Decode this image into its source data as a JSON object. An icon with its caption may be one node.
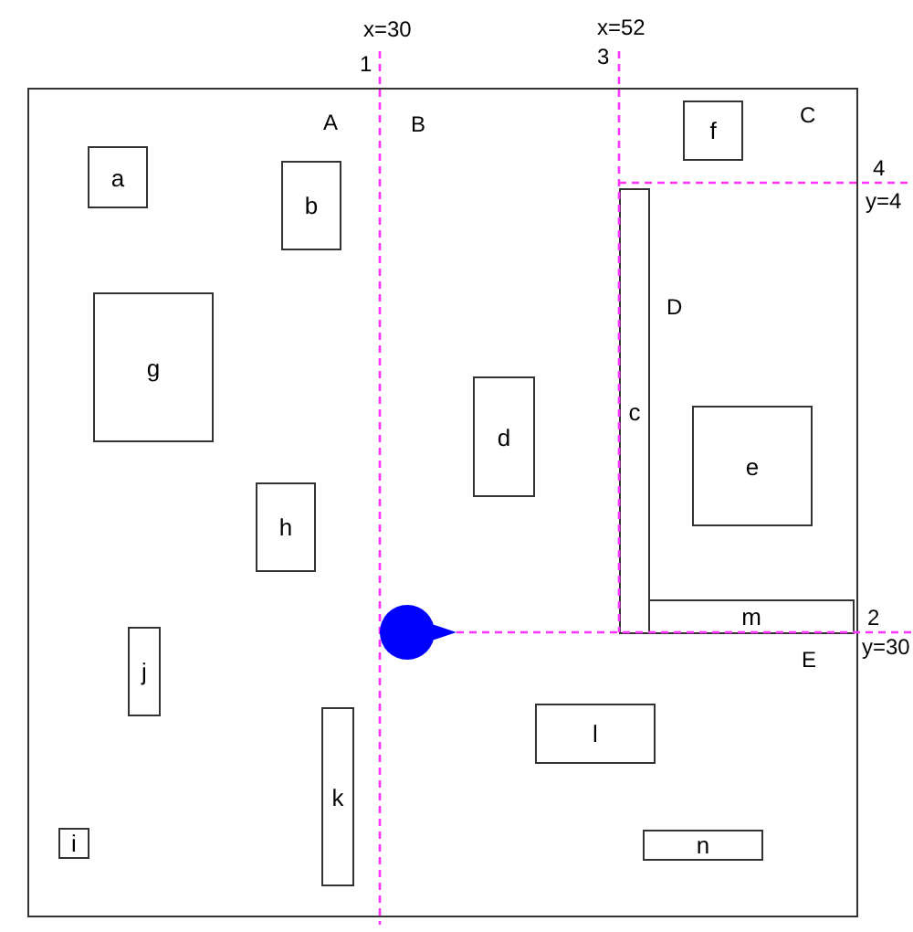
{
  "diagram": {
    "nodes": [
      {
        "text": [],
        "shape": "box"
      },
      {
        "text": [
          "a"
        ],
        "in": 0
      },
      {
        "text": [
          "b"
        ],
        "in": 0
      },
      {
        "text": [
          "c"
        ],
        "in": 0
      },
      {
        "text": [
          "d"
        ],
        "in": 0
      },
      {
        "text": [
          "e"
        ],
        "in": 0
      },
      {
        "text": [
          "f"
        ],
        "in": 0
      },
      {
        "text": [
          "g"
        ],
        "in": 0
      },
      {
        "text": [
          "h"
        ],
        "in": 0
      },
      {
        "text": [
          "i"
        ],
        "in": 0
      },
      {
        "text": [
          "j"
        ],
        "in": 0
      },
      {
        "text": [
          "k"
        ],
        "in": 0
      },
      {
        "text": [
          "l"
        ],
        "in": 0
      },
      {
        "text": [
          "m"
        ],
        "in": 0
      },
      {
        "text": [
          "n"
        ],
        "in": 0
      }
    ],
    "edges": [],
    "labels": [
      "x=30",
      "1",
      "x=52",
      "3",
      "A",
      "B",
      "C",
      "4",
      "y=4",
      "D",
      "2",
      "y=30",
      "E"
    ]
  }
}
